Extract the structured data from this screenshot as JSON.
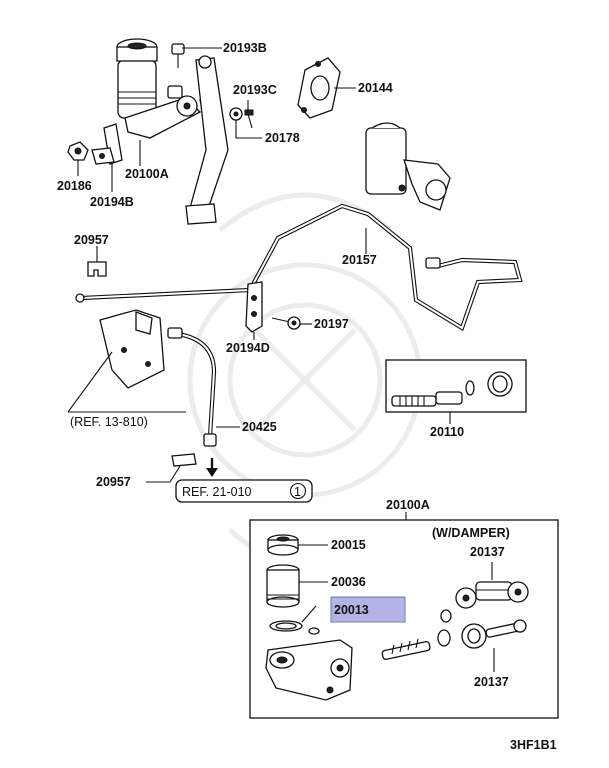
{
  "labels": {
    "p20193B": "20193B",
    "p20193C": "20193C",
    "p20144": "20144",
    "p20178": "20178",
    "p20186": "20186",
    "p20100A": "20100A",
    "p20194B": "20194B",
    "p20957_top": "20957",
    "p20157": "20157",
    "p20197": "20197",
    "p20194D": "20194D",
    "p20110": "20110",
    "p20425": "20425",
    "p20957_bottom": "20957",
    "p20100A_box": "20100A",
    "p20015": "20015",
    "p20036": "20036",
    "p20013": "20013",
    "p20137_top": "20137",
    "p20137_bottom": "20137"
  },
  "references": {
    "ref_13_810": "(REF. 13-810)",
    "ref_21_010": "REF. 21-010",
    "ref_21_010_num": "1"
  },
  "box_title": "(W/DAMPER)",
  "diagram_code": "3HF1B1",
  "colors": {
    "highlight": "#b3b3e6",
    "ink": "#111111"
  }
}
